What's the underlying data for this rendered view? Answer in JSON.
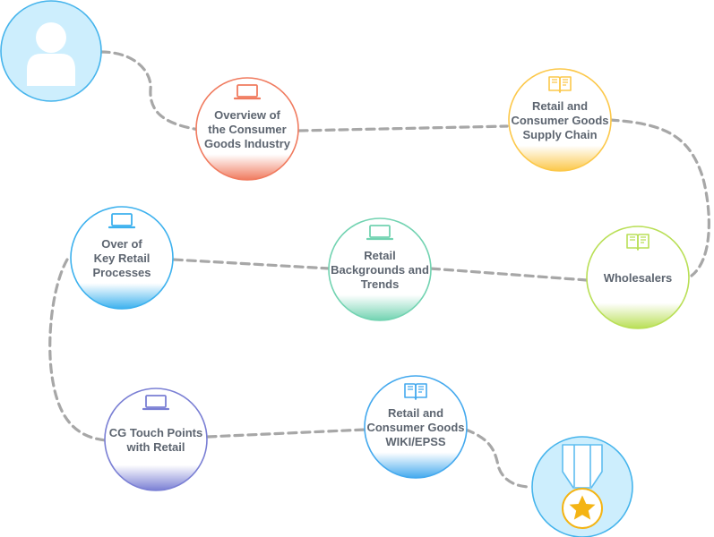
{
  "nodes": [
    {
      "id": "overview",
      "lines": [
        "Overview of",
        "the Consumer",
        "Goods Industry"
      ],
      "icon": "laptop-icon",
      "accent": "#f07b5f"
    },
    {
      "id": "supply-chain",
      "lines": [
        "Retail and",
        "Consumer Goods",
        "Supply Chain"
      ],
      "icon": "book-icon",
      "accent": "#fcc84a"
    },
    {
      "id": "wholesalers",
      "lines": [
        "Wholesalers"
      ],
      "icon": "book-icon",
      "accent": "#b9df56"
    },
    {
      "id": "backgrounds",
      "lines": [
        "Retail",
        "Backgrounds and",
        "Trends"
      ],
      "icon": "laptop-icon",
      "accent": "#72d3b1"
    },
    {
      "id": "key-processes",
      "lines": [
        "Over of",
        "Key Retail",
        "Processes"
      ],
      "icon": "laptop-icon",
      "accent": "#3db1ee"
    },
    {
      "id": "touch-points",
      "lines": [
        "CG Touch Points",
        "with Retail"
      ],
      "icon": "laptop-icon",
      "accent": "#7a7fd4"
    },
    {
      "id": "wiki",
      "lines": [
        "Retail and",
        "Consumer Goods",
        "WIKI/EPSS"
      ],
      "icon": "book-icon",
      "accent": "#44a9ee"
    }
  ],
  "start": {
    "icon": "user-icon",
    "accent": "#bfe6fb"
  },
  "finish": {
    "icon": "medal-icon",
    "accent": "#bfe6fb"
  }
}
